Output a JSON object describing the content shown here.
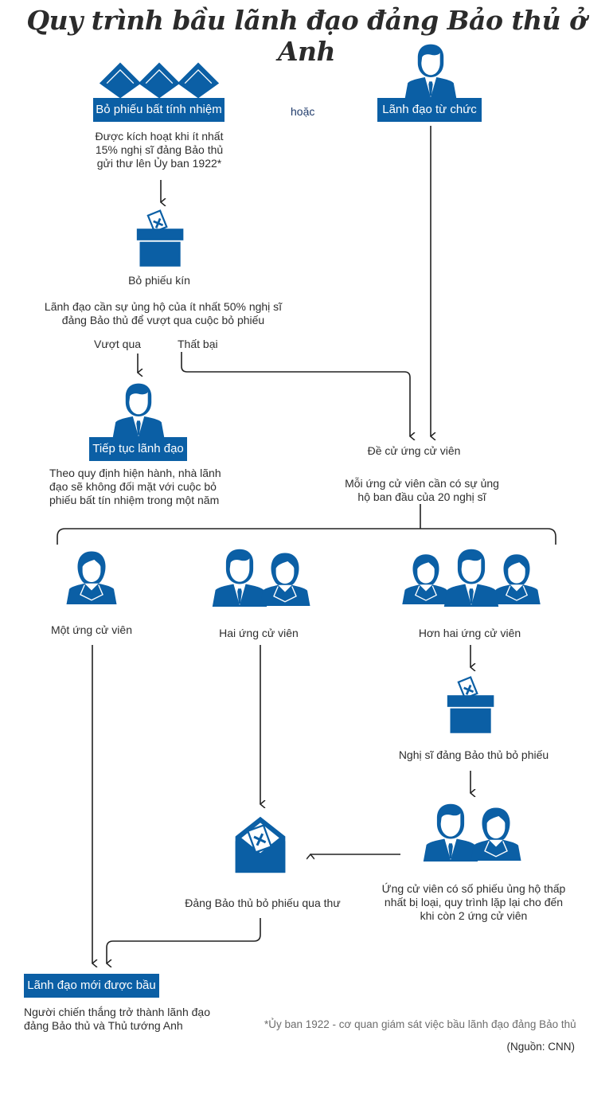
{
  "title": "Quy trình bầu lãnh đạo đảng Bảo thủ ở Anh",
  "colors": {
    "accent": "#0b5fa5",
    "text": "#2e2e2e",
    "footnote": "#6d6d6d"
  },
  "start": {
    "no_confidence": {
      "icon": "envelopes-icon",
      "label": "Bỏ phiếu bất tính nhiệm",
      "description": [
        "Được kích hoạt khi ít nhất",
        "15% nghị sĩ đảng Bảo thủ",
        "gửi thư lên Ủy ban 1922*"
      ]
    },
    "or_label": "hoặc",
    "resign": {
      "icon": "leader-icon",
      "label": "Lãnh đạo từ chức"
    }
  },
  "secret_ballot": {
    "icon": "ballot-box-icon",
    "label": "Bỏ phiếu kín",
    "description": [
      "Lãnh đạo cần sự ủng hộ của ít nhất 50% nghị sĩ",
      "đảng Bảo thủ để vượt qua cuộc bỏ phiếu"
    ],
    "pass_label": "Vượt qua",
    "fail_label": "Thất bại"
  },
  "continue": {
    "icon": "leader-icon",
    "label": "Tiếp tục lãnh đạo",
    "description": [
      "Theo quy định hiện hành, nhà lãnh",
      "đạo sẽ không đối mặt với cuộc bỏ",
      "phiếu bất tín nhiệm trong một năm"
    ]
  },
  "nomination": {
    "label": "Đề cử ứng cử viên",
    "description": [
      "Mỗi ứng cử viên cần có sự ủng",
      "hộ ban đầu của 20 nghị sĩ"
    ]
  },
  "branches": {
    "one": {
      "icon": "one-candidate-icon",
      "label": "Một ứng cử viên"
    },
    "two": {
      "icon": "two-candidates-icon",
      "label": "Hai ứng cử viên"
    },
    "more": {
      "icon": "three-candidates-icon",
      "label": "Hơn hai ứng cử viên"
    }
  },
  "mp_vote": {
    "icon": "ballot-box-icon",
    "label": "Nghị sĩ đảng Bảo thủ bỏ phiếu"
  },
  "elimination": {
    "icon": "two-candidates-icon",
    "description": [
      "Ứng cử viên có số phiếu ủng hộ thấp",
      "nhất bị loại, quy trình lặp lại cho đến",
      "khi còn 2 ứng cử viên"
    ]
  },
  "postal_vote": {
    "icon": "postal-ballot-icon",
    "label": "Đảng Bảo thủ bỏ phiếu qua thư"
  },
  "result": {
    "label": "Lãnh đạo mới được bầu",
    "description": [
      "Người chiến thắng trở thành lãnh đạo",
      "đảng Bảo thủ và Thủ tướng Anh"
    ]
  },
  "footnote": "*Ủy ban 1922 - cơ quan giám sát việc bầu lãnh đạo đảng Bảo thủ",
  "source": "(Nguồn: CNN)"
}
